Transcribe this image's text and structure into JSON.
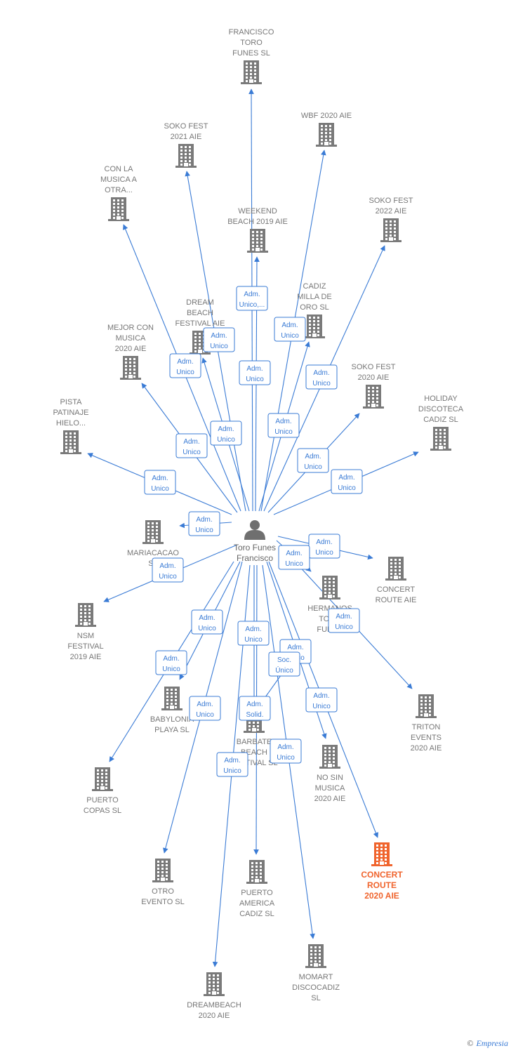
{
  "center": {
    "name": [
      "Toro Funes",
      "Francisco"
    ]
  },
  "companies": [
    {
      "key": "francisco-toro-funes",
      "name": [
        "FRANCISCO",
        "TORO",
        "FUNES  SL"
      ],
      "highlight": false
    },
    {
      "key": "soko-fest-2021",
      "name": [
        "SOKO FEST",
        "2021  AIE"
      ],
      "highlight": false
    },
    {
      "key": "wbf-2020",
      "name": [
        "WBF 2020 AIE"
      ],
      "highlight": false
    },
    {
      "key": "con-la-musica",
      "name": [
        "CON LA",
        "MUSICA A",
        "OTRA..."
      ],
      "highlight": false
    },
    {
      "key": "weekend-beach-2019",
      "name": [
        "WEEKEND",
        "BEACH 2019 AIE"
      ],
      "highlight": false
    },
    {
      "key": "soko-fest-2022",
      "name": [
        "SOKO FEST",
        "2022 AIE"
      ],
      "highlight": false
    },
    {
      "key": "cadiz-milla-de-oro",
      "name": [
        "CADIZ",
        "MILLA DE",
        "ORO  SL"
      ],
      "highlight": false
    },
    {
      "key": "dream-beach-festival",
      "name": [
        "DREAM",
        "BEACH",
        "FESTIVAL AIE"
      ],
      "highlight": false
    },
    {
      "key": "mejor-con-musica",
      "name": [
        "MEJOR CON",
        "MUSICA",
        "2020  AIE"
      ],
      "highlight": false
    },
    {
      "key": "soko-fest-2020",
      "name": [
        "SOKO FEST",
        "2020  AIE"
      ],
      "highlight": false
    },
    {
      "key": "holiday-discoteca",
      "name": [
        "HOLIDAY",
        "DISCOTECA",
        "CADIZ  SL"
      ],
      "highlight": false
    },
    {
      "key": "pista-patinaje",
      "name": [
        "PISTA",
        "PATINAJE",
        "HIELO..."
      ],
      "highlight": false
    },
    {
      "key": "mariacacao",
      "name": [
        "MARIACACAO",
        "SL"
      ],
      "highlight": false
    },
    {
      "key": "concert-route",
      "name": [
        "CONCERT",
        "ROUTE  AIE"
      ],
      "highlight": false
    },
    {
      "key": "hermanos-toro",
      "name": [
        "HERMANOS",
        "TORO",
        "FUNES"
      ],
      "highlight": false
    },
    {
      "key": "nsm-festival",
      "name": [
        "NSM",
        "FESTIVAL",
        "2019 AIE"
      ],
      "highlight": false
    },
    {
      "key": "triton-events",
      "name": [
        "TRITON",
        "EVENTS",
        "2020 AIE"
      ],
      "highlight": false
    },
    {
      "key": "babylonia-playa",
      "name": [
        "BABYLONIA",
        "PLAYA  SL"
      ],
      "highlight": false
    },
    {
      "key": "barbate-beach",
      "name": [
        "BARBATE",
        "BEACH",
        "FESTIVAL  SL"
      ],
      "highlight": false
    },
    {
      "key": "no-sin-musica",
      "name": [
        "NO SIN",
        "MUSICA",
        "2020 AIE"
      ],
      "highlight": false
    },
    {
      "key": "puerto-copas",
      "name": [
        "PUERTO",
        "COPAS  SL"
      ],
      "highlight": false
    },
    {
      "key": "otro-evento",
      "name": [
        "OTRO",
        "EVENTO  SL"
      ],
      "highlight": false
    },
    {
      "key": "puerto-america",
      "name": [
        "PUERTO",
        "AMERICA",
        "CADIZ  SL"
      ],
      "highlight": false
    },
    {
      "key": "concert-route-2020",
      "name": [
        "CONCERT",
        "ROUTE",
        "2020 AIE"
      ],
      "highlight": true
    },
    {
      "key": "momart",
      "name": [
        "MOMART",
        "DISCOCADIZ",
        "SL"
      ],
      "highlight": false
    },
    {
      "key": "dreambeach-2020",
      "name": [
        "DREAMBEACH",
        "2020 AIE"
      ],
      "highlight": false
    }
  ],
  "edges": [
    {
      "to": "francisco-toro-funes",
      "label": [
        "Adm.",
        "Unico"
      ]
    },
    {
      "to": "soko-fest-2021",
      "label": [
        "Adm.",
        "Unico"
      ]
    },
    {
      "to": "wbf-2020",
      "label": [
        "Adm.",
        "Unico"
      ]
    },
    {
      "to": "con-la-musica",
      "label": [
        "Adm.",
        "Unico"
      ]
    },
    {
      "to": "weekend-beach-2019",
      "label": [
        "Adm.",
        "Unico,..."
      ]
    },
    {
      "to": "soko-fest-2022",
      "label": [
        "Adm.",
        "Unico"
      ]
    },
    {
      "to": "cadiz-milla-de-oro",
      "label": [
        "Adm.",
        "Unico"
      ]
    },
    {
      "to": "dream-beach-festival",
      "label": [
        "Adm.",
        "Unico"
      ]
    },
    {
      "to": "mejor-con-musica",
      "label": [
        "Adm.",
        "Unico"
      ]
    },
    {
      "to": "soko-fest-2020",
      "label": [
        "Adm.",
        "Unico"
      ]
    },
    {
      "to": "holiday-discoteca",
      "label": [
        "Adm.",
        "Unico"
      ]
    },
    {
      "to": "pista-patinaje",
      "label": [
        "Adm.",
        "Unico"
      ]
    },
    {
      "to": "mariacacao",
      "label": [
        "Adm.",
        "Unico"
      ]
    },
    {
      "to": "concert-route",
      "label": [
        "Adm.",
        "Unico"
      ]
    },
    {
      "to": "hermanos-toro",
      "label": [
        "Adm.",
        "Unico"
      ]
    },
    {
      "to": "nsm-festival",
      "label": [
        "Adm.",
        "Unico"
      ]
    },
    {
      "to": "triton-events",
      "label": [
        "Adm.",
        "Unico"
      ]
    },
    {
      "to": "babylonia-playa",
      "label": [
        "Adm.",
        "Unico"
      ]
    },
    {
      "to": "barbate-beach",
      "label": [
        "Adm.",
        "Solid."
      ]
    },
    {
      "to": "no-sin-musica",
      "label": [
        "Adm.",
        "Unico"
      ]
    },
    {
      "to": "puerto-copas",
      "label": [
        "Adm.",
        "Unico"
      ]
    },
    {
      "to": "otro-evento",
      "label": [
        "Adm.",
        "Unico"
      ]
    },
    {
      "to": "puerto-america",
      "label": [
        "Adm.",
        "Unico"
      ]
    },
    {
      "to": "concert-route-2020",
      "label": [
        "Adm.",
        "Unico"
      ]
    },
    {
      "to": "momart",
      "label": [
        "Adm.",
        "Unico"
      ]
    },
    {
      "to": "dreambeach-2020",
      "label": [
        "Adm.",
        "Unico"
      ]
    },
    {
      "to": "barbate-beach",
      "label": [
        "Soc.",
        "Único"
      ]
    }
  ],
  "colors": {
    "edge": "#3a7bd5",
    "node": "#7a7a7a",
    "highlight": "#f0642d",
    "label": "#777777"
  },
  "footer": {
    "copyright": "©",
    "brand": "Empresia"
  }
}
